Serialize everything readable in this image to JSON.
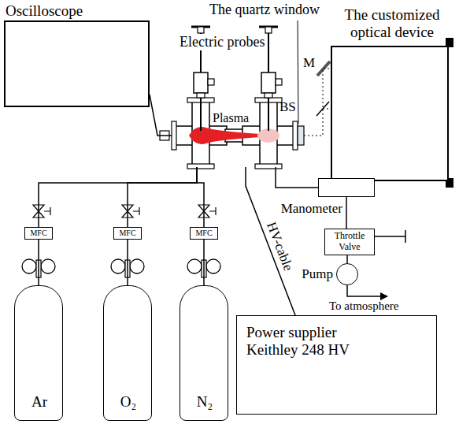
{
  "diagram": {
    "nodes": [
      {
        "text": [
          "Oscilloscope"
        ]
      },
      {
        "text": [
          "Plasma"
        ]
      },
      {
        "text": [
          "The customized optical device"
        ]
      },
      {
        "text": [
          "Manometer"
        ]
      },
      {
        "text": [
          "Throttle Valve"
        ]
      },
      {
        "text": [
          "Pump"
        ]
      },
      {
        "text": [
          "MFC"
        ]
      },
      {
        "text": [
          "MFC"
        ]
      },
      {
        "text": [
          "MFC"
        ]
      },
      {
        "text": [
          "Power supplier Keithley 248 HV"
        ]
      },
      {
        "text": [
          "Ar"
        ]
      },
      {
        "text": [
          "O₂"
        ]
      },
      {
        "text": [
          "N₂"
        ]
      }
    ],
    "edges": [
      {
        "from": 10,
        "to": 6,
        "arrow": "none"
      },
      {
        "from": 11,
        "to": 7,
        "arrow": "none"
      },
      {
        "from": 12,
        "to": 8,
        "arrow": "none"
      },
      {
        "from": 6,
        "to": 1,
        "arrow": "none"
      },
      {
        "from": 7,
        "to": 1,
        "arrow": "none"
      },
      {
        "from": 8,
        "to": 1,
        "arrow": "none"
      },
      {
        "from": 0,
        "to": 1,
        "arrow": "none"
      },
      {
        "from": 1,
        "to": 3,
        "arrow": "none"
      },
      {
        "from": 3,
        "to": 4,
        "arrow": "none"
      },
      {
        "from": 4,
        "to": 5,
        "arrow": "none"
      },
      {
        "from": 9,
        "to": 1,
        "label": "HV-cable",
        "arrow": "none"
      }
    ],
    "labels": [
      "Electric probes",
      "The quartz window",
      "M",
      "BS",
      "To atmosphere"
    ]
  }
}
